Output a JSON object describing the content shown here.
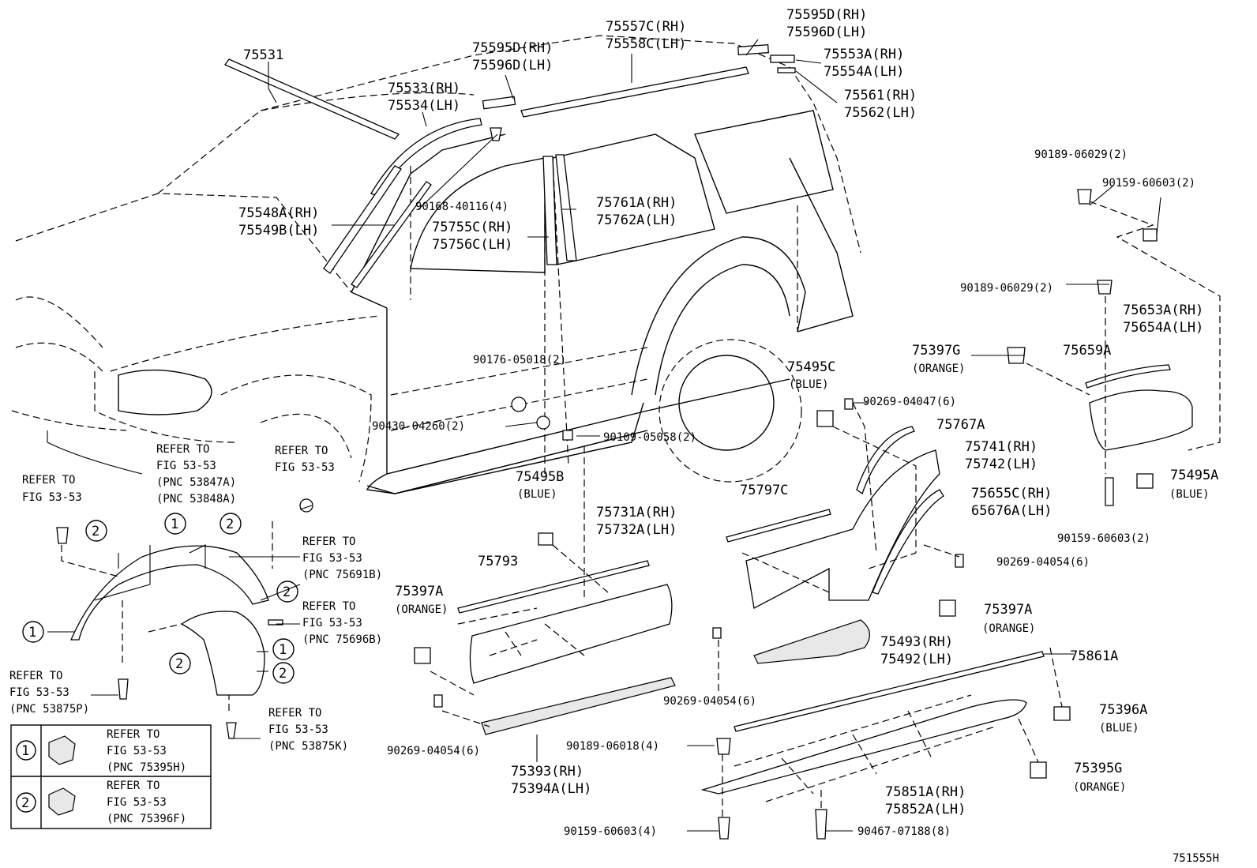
{
  "diagram_id": "751555H",
  "top_labels": {
    "l75531": "75531",
    "l75533": "75533(RH)",
    "l75534": "75534(LH)",
    "l75595d_a": "75595D(RH)",
    "l75596d_a": "75596D(LH)",
    "l75557c": "75557C(RH)",
    "l75558c": "75558C(LH)",
    "l75595d_b": "75595D(RH)",
    "l75596d_b": "75596D(LH)",
    "l75553a": "75553A(RH)",
    "l75554a": "75554A(LH)",
    "l75561": "75561(RH)",
    "l75562": "75562(LH)",
    "l75548a": "75548A(RH)",
    "l75549b": "75549B(LH)",
    "l90168": "90168-40116(4)",
    "l75761a": "75761A(RH)",
    "l75762a": "75762A(LH)",
    "l75755c": "75755C(RH)",
    "l75756c": "75756C(LH)"
  },
  "right_labels": {
    "l90189_a": "90189-06029(2)",
    "l90159_a": "90159-60603(2)",
    "l90189_b": "90189-06029(2)",
    "l75653a": "75653A(RH)",
    "l75654a": "75654A(LH)",
    "l75397g": "75397G",
    "l75397g_c": "(ORANGE)",
    "l75659a": "75659A",
    "l75495c": "75495C",
    "l75495c_c": "(BLUE)",
    "l90269_a": "90269-04047(6)",
    "l75767a": "75767A",
    "l75741": "75741(RH)",
    "l75742": "75742(LH)",
    "l75655c": "75655C(RH)",
    "l65676a": "65676A(LH)",
    "l75495a": "75495A",
    "l75495a_c": "(BLUE)",
    "l90159_b": "90159-60603(2)",
    "l90269_b": "90269-04054(6)",
    "l75397a_r": "75397A",
    "l75397a_r_c": "(ORANGE)",
    "l75797c": "75797C",
    "l75493": "75493(RH)",
    "l75492": "75492(LH)",
    "l90269_c": "90269-04054(6)",
    "l75861a": "75861A",
    "l75396a": "75396A",
    "l75396a_c": "(BLUE)",
    "l75395g": "75395G",
    "l75395g_c": "(ORANGE)",
    "l90189_c": "90189-06018(4)",
    "l75851a": "75851A(RH)",
    "l75852a": "75852A(LH)",
    "l90159_c": "90159-60603(4)",
    "l90467": "90467-07188(8)"
  },
  "center_labels": {
    "l90176": "90176-05018(2)",
    "l90430": "90430-04260(2)",
    "l90109": "90109-05058(2)",
    "l75495b": "75495B",
    "l75495b_c": "(BLUE)",
    "l75731a": "75731A(RH)",
    "l75732a": "75732A(LH)",
    "l75793": "75793",
    "l75397a_l": "75397A",
    "l75397a_l_c": "(ORANGE)",
    "l75393": "75393(RH)",
    "l75394a": "75394A(LH)",
    "l90269_d": "90269-04054(6)"
  },
  "refer_labels": {
    "r1_a": "REFER TO",
    "r1_b": "FIG 53-53",
    "r2_a": "REFER TO",
    "r2_b": "FIG 53-53",
    "r2_c": "(PNC 53847A)",
    "r2_d": "(PNC 53848A)",
    "r3_a": "REFER TO",
    "r3_b": "FIG 53-53",
    "r4_a": "REFER TO",
    "r4_b": "FIG 53-53",
    "r4_c": "(PNC 75691B)",
    "r5_a": "REFER TO",
    "r5_b": "FIG 53-53",
    "r5_c": "(PNC 75696B)",
    "r6_a": "REFER TO",
    "r6_b": "FIG 53-53",
    "r6_c": "(PNC 53875P)",
    "r7_a": "REFER TO",
    "r7_b": "FIG 53-53",
    "r7_c": "(PNC 53875K)"
  },
  "callouts": {
    "one": "1",
    "two": "2"
  },
  "legend": {
    "row1_num": "1",
    "row1_a": "REFER TO",
    "row1_b": "FIG 53-53",
    "row1_c": "(PNC 75395H)",
    "row2_num": "2",
    "row2_a": "REFER TO",
    "row2_b": "FIG 53-53",
    "row2_c": "(PNC 75396F)"
  }
}
